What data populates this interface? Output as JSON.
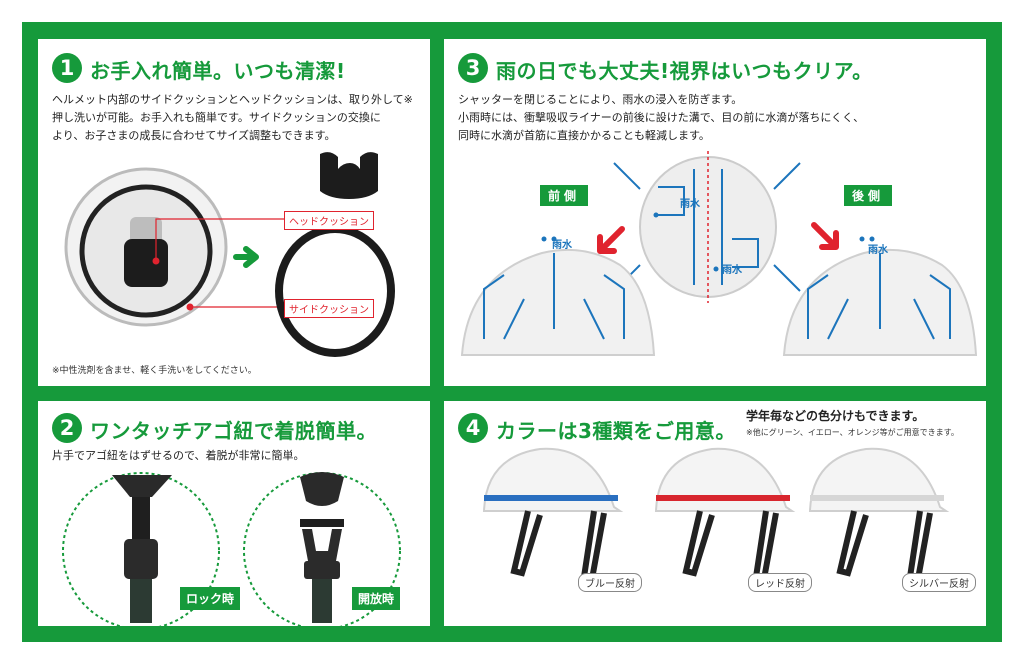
{
  "panel1": {
    "number": "1",
    "title": "お手入れ簡単。いつも清潔!",
    "body": "ヘルメット内部のサイドクッションとヘッドクッションは、取り外して※\n押し洗いが可能。お手入れも簡単です。サイドクッションの交換に\nより、お子さまの成長に合わせてサイズ調整もできます。",
    "head_cushion_label": "ヘッドクッション",
    "side_cushion_label": "サイドクッション",
    "note": "※中性洗剤を含ませ、軽く手洗いをしてください。"
  },
  "panel2": {
    "number": "2",
    "title": "ワンタッチアゴ紐で着脱簡単。",
    "body": "片手でアゴ紐をはずせるので、着脱が非常に簡単。",
    "lock_label": "ロック時",
    "open_label": "開放時"
  },
  "panel3": {
    "number": "3",
    "title": "雨の日でも大丈夫!視界はいつもクリア。",
    "body": "シャッターを閉じることにより、雨水の浸入を防ぎます。\n小雨時には、衝撃吸収ライナーの前後に設けた溝で、目の前に水滴が落ちにくく、\n同時に水滴が首筋に直接かかることも軽減します。",
    "front_label": "前側",
    "back_label": "後側",
    "rain_label": "雨水"
  },
  "panel4": {
    "number": "4",
    "title": "カラーは3種類をご用意。",
    "subtitle": "学年毎などの色分けもできます。",
    "subnote": "※他にグリーン、イエロー、オレンジ等がご用意できます。",
    "colors": [
      {
        "label": "ブルー反射",
        "stripe": "#2a6fc0"
      },
      {
        "label": "レッド反射",
        "stripe": "#d8262e"
      },
      {
        "label": "シルバー反射",
        "stripe": "#d6d6d6"
      }
    ]
  },
  "colors": {
    "brand_green": "#169a3b",
    "accent_red": "#e0232e",
    "water_blue": "#1c75bc"
  }
}
